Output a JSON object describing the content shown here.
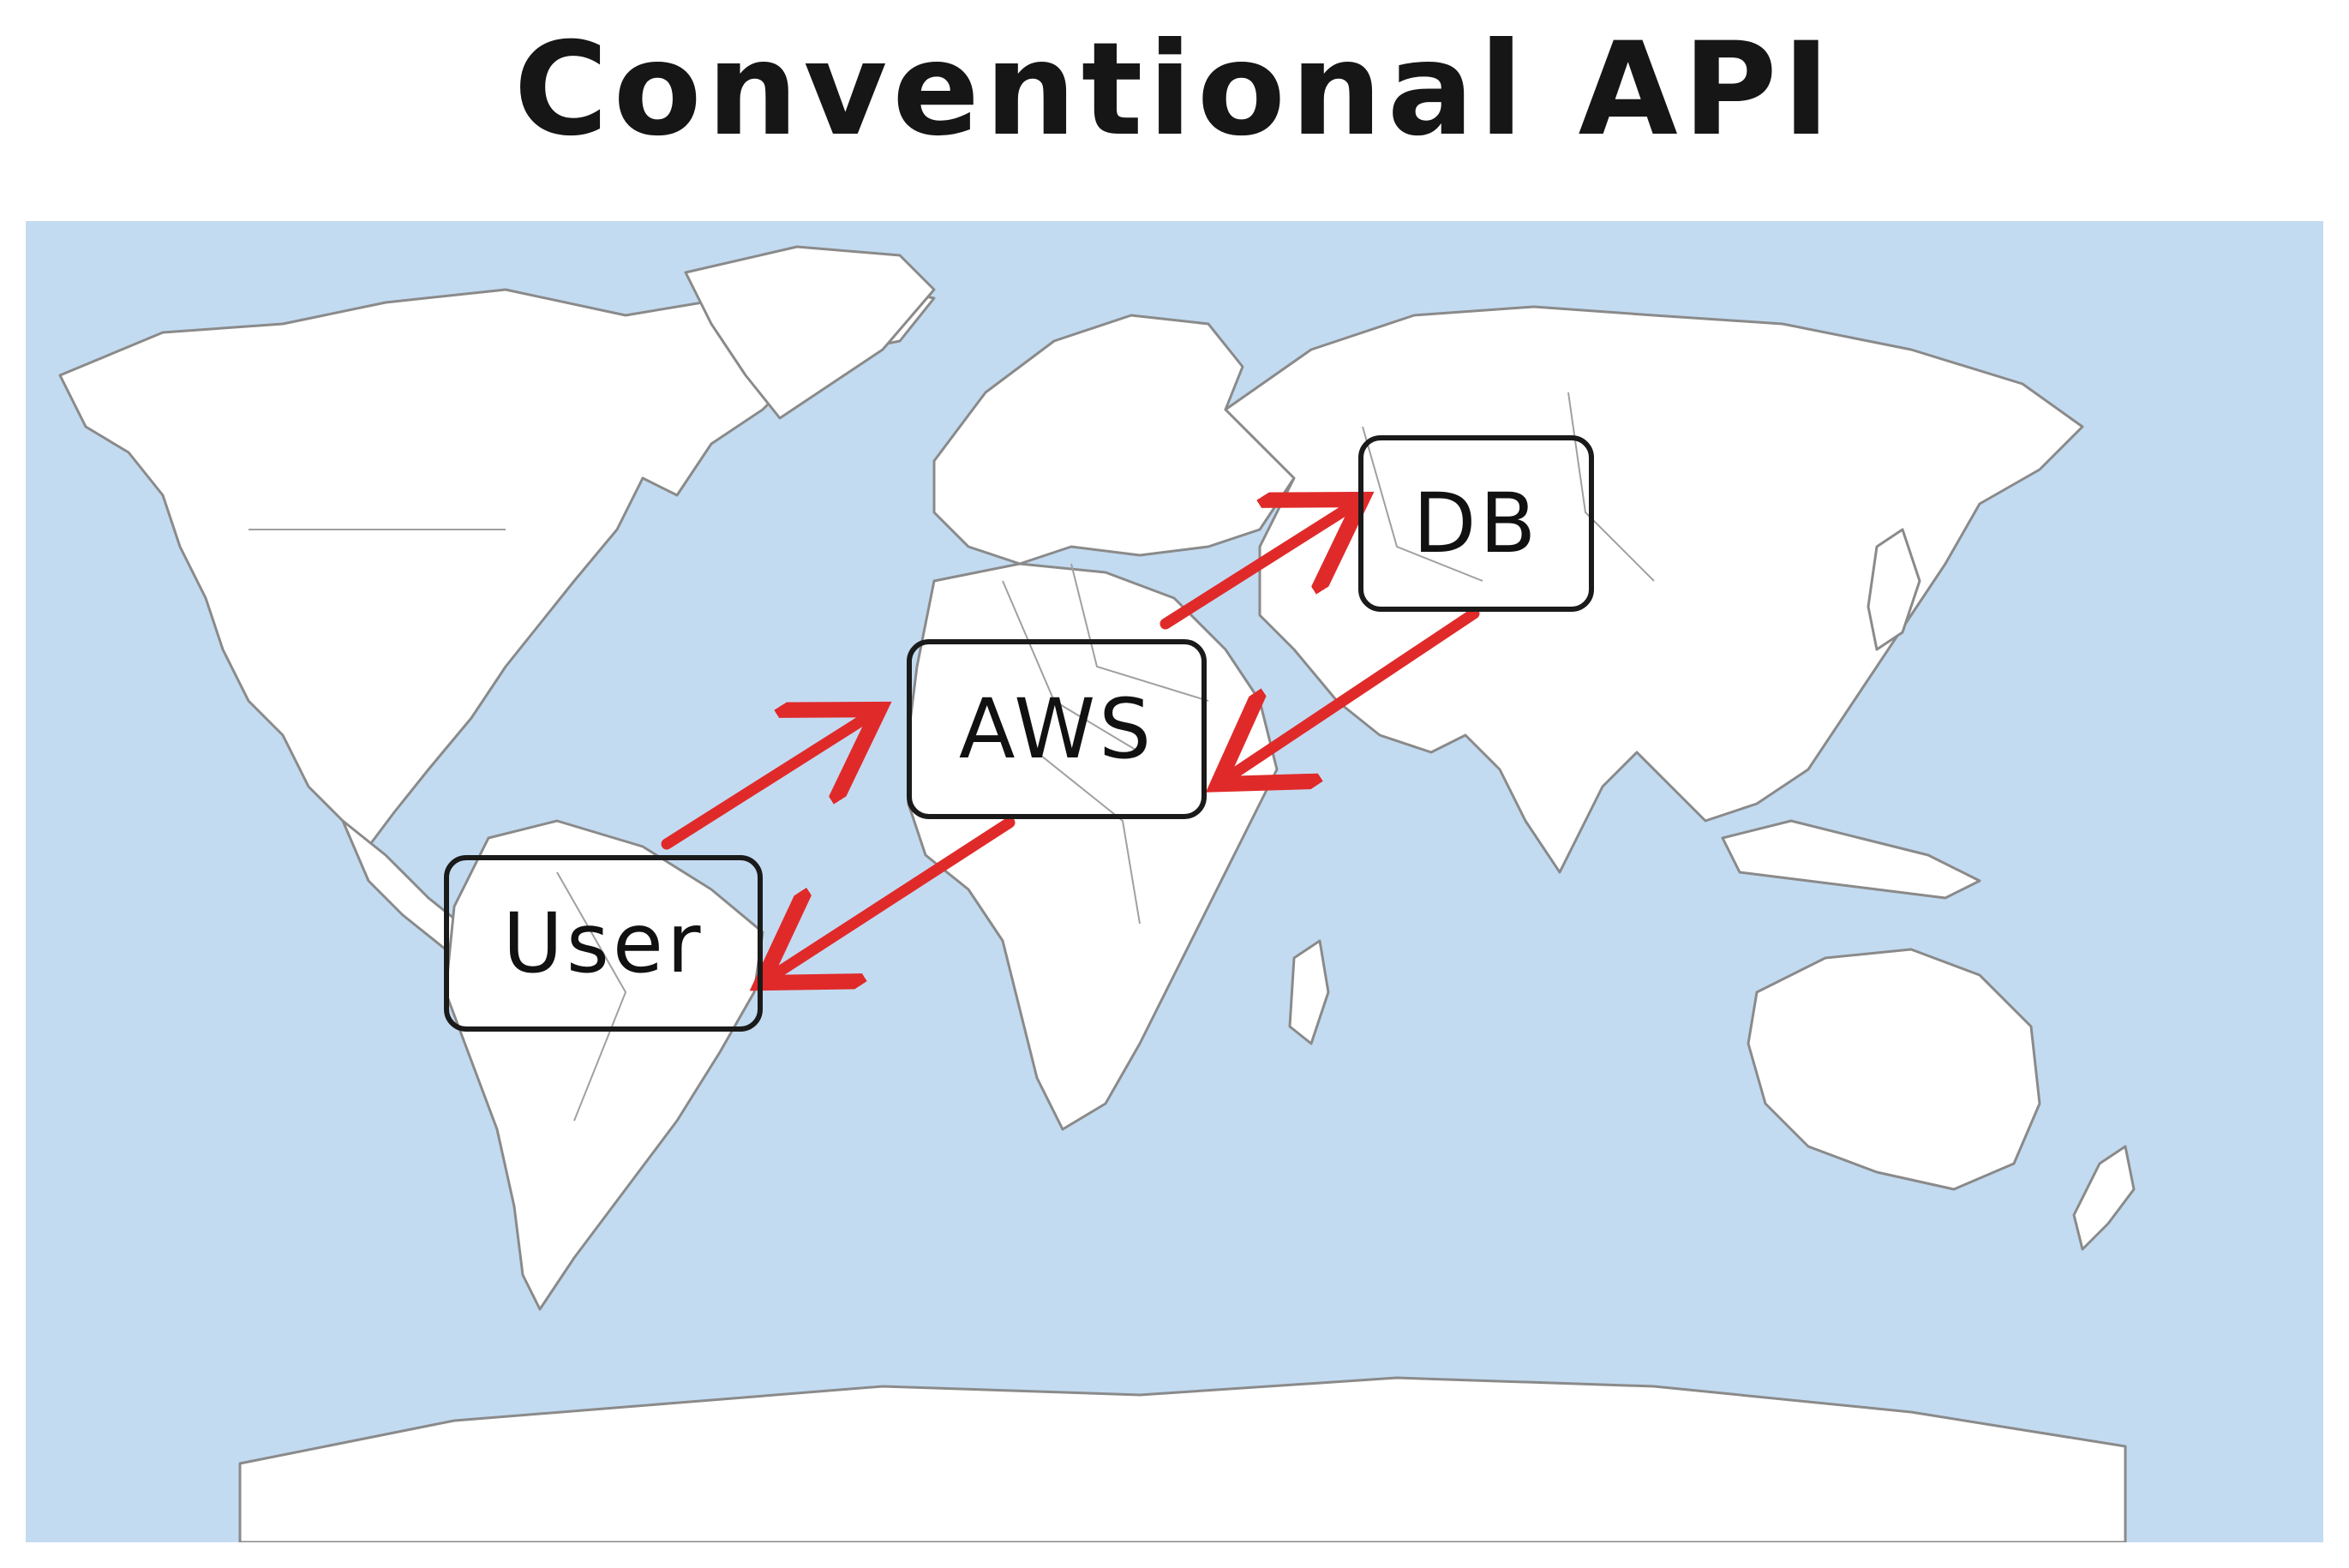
{
  "diagram": {
    "title": "Conventional API",
    "nodes": {
      "user": {
        "label": "User"
      },
      "aws": {
        "label": "AWS"
      },
      "db": {
        "label": "DB"
      }
    },
    "edges": [
      {
        "from": "user",
        "to": "aws"
      },
      {
        "from": "aws",
        "to": "db"
      },
      {
        "from": "db",
        "to": "aws"
      },
      {
        "from": "aws",
        "to": "user"
      }
    ]
  },
  "colors": {
    "ocean": "#c3dbf1",
    "land": "#ffffff",
    "border": "#8a8a8a",
    "arrow": "#e02a2a",
    "box": "#1a1a1a"
  },
  "icons": [
    "world-map-background"
  ]
}
